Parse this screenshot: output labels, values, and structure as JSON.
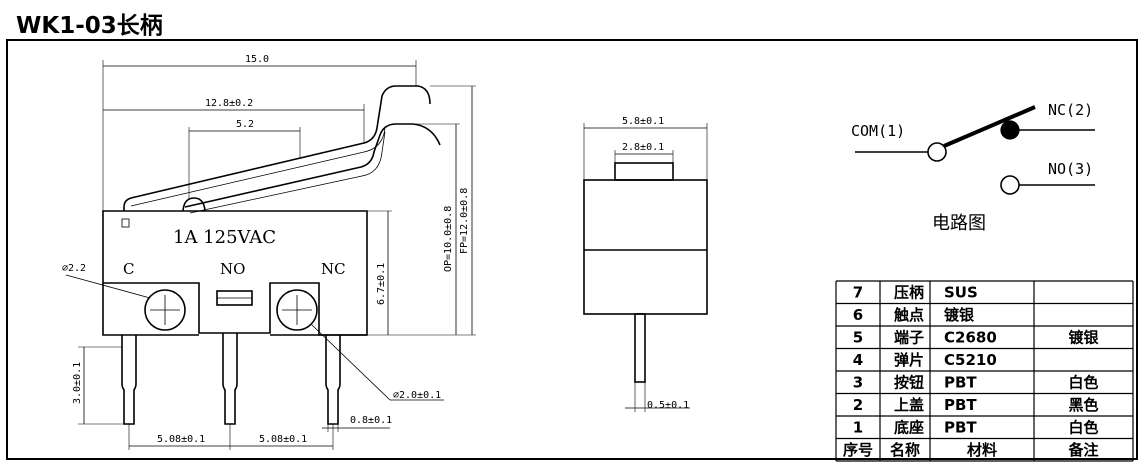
{
  "title": "WK1-03长柄",
  "front_view": {
    "rating": "1A 125VAC",
    "terminals": {
      "c": "C",
      "no": "NO",
      "nc": "NC"
    },
    "dims": {
      "width_total": "15.0",
      "to_pivot": "12.8±0.2",
      "hole_spacing": "5.2",
      "hole_dia": "⌀2.2",
      "op": "OP=10.0±0.8",
      "fp": "FP=12.0±0.8",
      "body_height": "6.7±0.1",
      "pin_len": "3.0±0.1",
      "pitch_left": "5.08±0.1",
      "pitch_right": "5.08±0.1",
      "pin_width": "0.8±0.1",
      "mount_hole": "⌀2.0±0.1"
    }
  },
  "side_view": {
    "dims": {
      "width": "5.8±0.1",
      "button": "2.8±0.1",
      "pin_thickness": "0.5±0.1"
    }
  },
  "circuit": {
    "com": "COM(1)",
    "nc": "NC(2)",
    "no": "NO(3)",
    "caption": "电路图"
  },
  "bom": {
    "header": [
      "序号",
      "名称",
      "材料",
      "备注"
    ],
    "rows": [
      [
        "7",
        "压柄",
        "SUS",
        ""
      ],
      [
        "6",
        "触点",
        "镀银",
        ""
      ],
      [
        "5",
        "端子",
        "C2680",
        "镀银"
      ],
      [
        "4",
        "弹片",
        "C5210",
        ""
      ],
      [
        "3",
        "按钮",
        "PBT",
        "白色"
      ],
      [
        "2",
        "上盖",
        "PBT",
        "黑色"
      ],
      [
        "1",
        "底座",
        "PBT",
        "白色"
      ]
    ]
  }
}
